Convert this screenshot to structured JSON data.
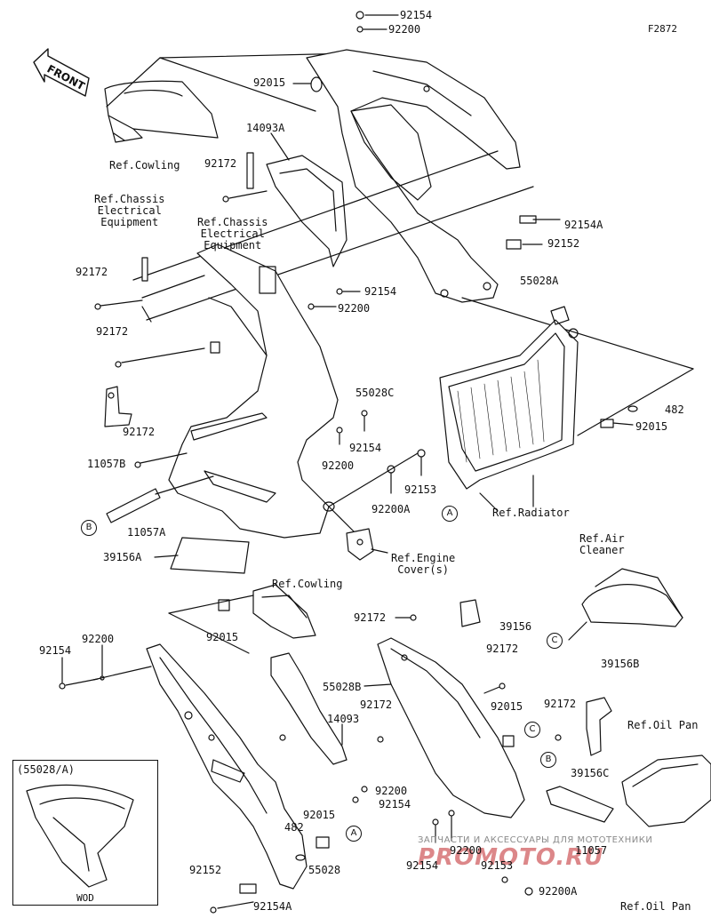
{
  "diagram_code": "F2872",
  "front_label": "FRONT",
  "labels": {
    "p92154_top": "92154",
    "p92200_top": "92200",
    "p92015_a": "92015",
    "p14093A": "14093A",
    "p92172_a": "92172",
    "p92172_b": "92172",
    "p92172_c": "92172",
    "p92172_d": "92172",
    "p92154A_a": "92154A",
    "p92152_a": "92152",
    "p55028A": "55028A",
    "p92154_b": "92154",
    "p92200_b": "92200",
    "p55028C": "55028C",
    "p482_a": "482",
    "p92015_b": "92015",
    "p11057B": "11057B",
    "p92154_c": "92154",
    "p92200_c": "92200",
    "p92153_a": "92153",
    "p92200A_a": "92200A",
    "p11057A": "11057A",
    "p39156A": "39156A",
    "p92172_e": "92172",
    "p39156": "39156",
    "p92015_c": "92015",
    "p92154_d": "92154",
    "p92200_d": "92200",
    "p55028B": "55028B",
    "p92172_f": "92172",
    "p14093": "14093",
    "p92172_g": "92172",
    "p92015_d": "92015",
    "p92172_h": "92172",
    "p39156B": "39156B",
    "p39156C": "39156C",
    "p92200_e": "92200",
    "p92154_e": "92154",
    "p92015_e": "92015",
    "p482_b": "482",
    "p92154_f": "92154",
    "p92200_f": "92200",
    "p92153_b": "92153",
    "p11057": "11057",
    "p92200A_b": "92200A",
    "p92152_b": "92152",
    "p55028": "55028",
    "p92154A_b": "92154A"
  },
  "refs": {
    "cowling_top": "Ref.Cowling",
    "chassis_elec_1": "Ref.Chassis\nElectrical\nEquipment",
    "chassis_elec_2": "Ref.Chassis\nElectrical\nEquipment",
    "radiator": "Ref.Radiator",
    "engine_cover": "Ref.Engine\nCover(s)",
    "air_cleaner": "Ref.Air\nCleaner",
    "cowling_mid": "Ref.Cowling",
    "oil_pan_1": "Ref.Oil Pan",
    "oil_pan_2": "Ref.Oil Pan"
  },
  "callouts": {
    "a1": "A",
    "a2": "A",
    "b1": "B",
    "b2": "B",
    "c1": "C",
    "c2": "C"
  },
  "inset": {
    "caption": "(55028/A)",
    "footer": "WOD"
  },
  "watermark": {
    "line1": "ЗАПЧАСТИ И АКСЕССУАРЫ ДЛЯ МОТОТЕХНИКИ",
    "line2": "PROMOTO.RU"
  },
  "colors": {
    "line": "#111111",
    "watermark_red": "#c0262a"
  }
}
